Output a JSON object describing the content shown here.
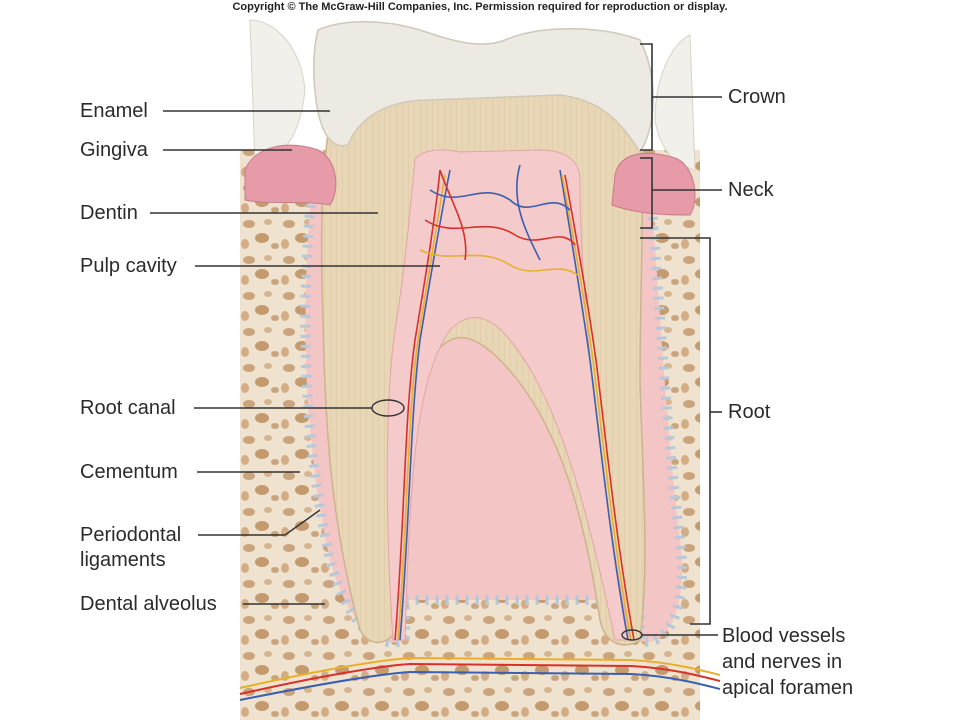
{
  "copyright": "Copyright © The McGraw-Hill Companies, Inc. Permission required for reproduction or display.",
  "labels_left": {
    "enamel": "Enamel",
    "gingiva": "Gingiva",
    "dentin": "Dentin",
    "pulp_cavity": "Pulp cavity",
    "root_canal": "Root canal",
    "cementum": "Cementum",
    "periodontal_1": "Periodontal",
    "periodontal_2": "ligaments",
    "dental_alveolus": "Dental alveolus"
  },
  "labels_right": {
    "crown": "Crown",
    "neck": "Neck",
    "root": "Root",
    "apical_1": "Blood vessels",
    "apical_2": "and nerves in",
    "apical_3": "apical foramen"
  },
  "colors": {
    "enamel": "#ece9e2",
    "dentin": "#e6d4b3",
    "pulp": "#f3c8c8",
    "gingiva": "#e79aa8",
    "bone": "#eedfcb",
    "bone_pores": "#c9a27a",
    "ligament": "#c7d6e6",
    "artery": "#d9302b",
    "vein": "#3b5fb0",
    "nerve": "#e8b02a",
    "leader": "#333333"
  }
}
